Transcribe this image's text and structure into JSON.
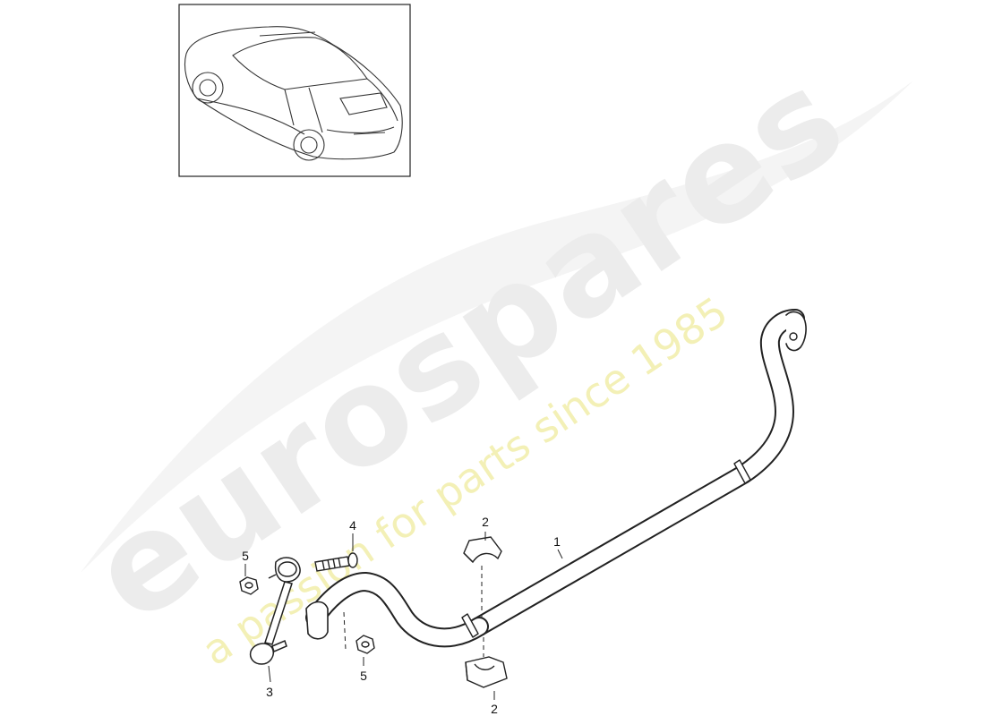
{
  "watermark": {
    "brand": "eurospares",
    "tagline": "a passion for parts since 1985"
  },
  "callouts": [
    {
      "id": "stabilizer-bar",
      "label": "1"
    },
    {
      "id": "bushing-upper",
      "label": "2"
    },
    {
      "id": "bushing-lower",
      "label": "2"
    },
    {
      "id": "coupling-rod",
      "label": "3"
    },
    {
      "id": "bolt",
      "label": "4"
    },
    {
      "id": "nut-upper",
      "label": "5"
    },
    {
      "id": "nut-lower",
      "label": "5"
    }
  ]
}
